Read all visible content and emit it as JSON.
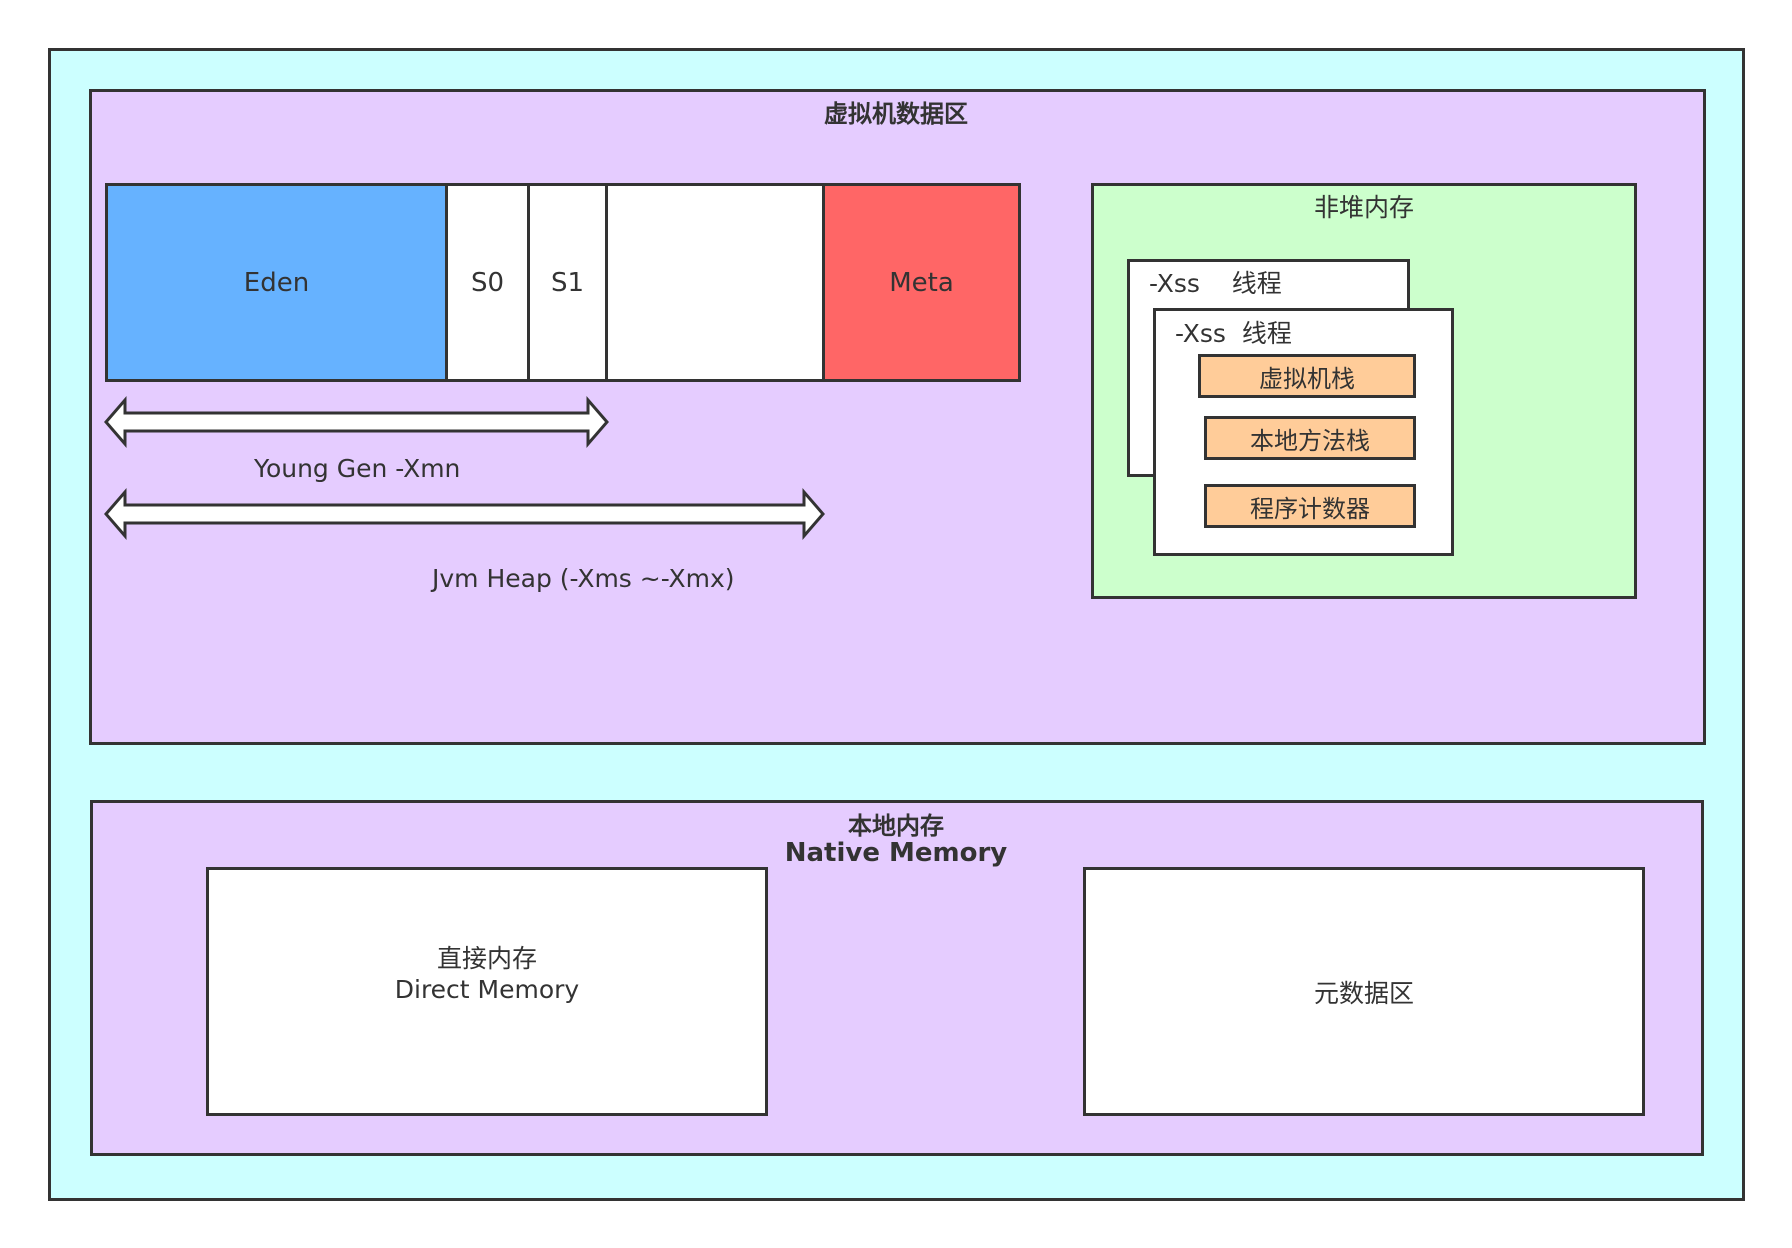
{
  "colors": {
    "outer_bg": "#ccffff",
    "region_bg": "#e5ccff",
    "eden": "#66b2ff",
    "meta": "#ff6666",
    "non_heap_bg": "#ccffcc",
    "stack_item": "#ffcc99",
    "border": "#333333"
  },
  "vm_area": {
    "title": "虚拟机数据区",
    "heap": {
      "eden": "Eden",
      "s0": "S0",
      "s1": "S1",
      "meta": "Meta"
    },
    "young_gen_label": "Young Gen -Xmn",
    "jvm_heap_label": "Jvm Heap (-Xms ~-Xmx)",
    "non_heap": {
      "title": "非堆内存",
      "thread_back": "-Xss    线程",
      "thread_front": "-Xss  线程",
      "items": [
        "虚拟机栈",
        "本地方法栈",
        "程序计数器"
      ]
    }
  },
  "native_area": {
    "title_cn": "本地内存",
    "title_en": "Native Memory",
    "direct_memory_cn": "直接内存",
    "direct_memory_en": "Direct Memory",
    "metadata": "元数据区"
  }
}
